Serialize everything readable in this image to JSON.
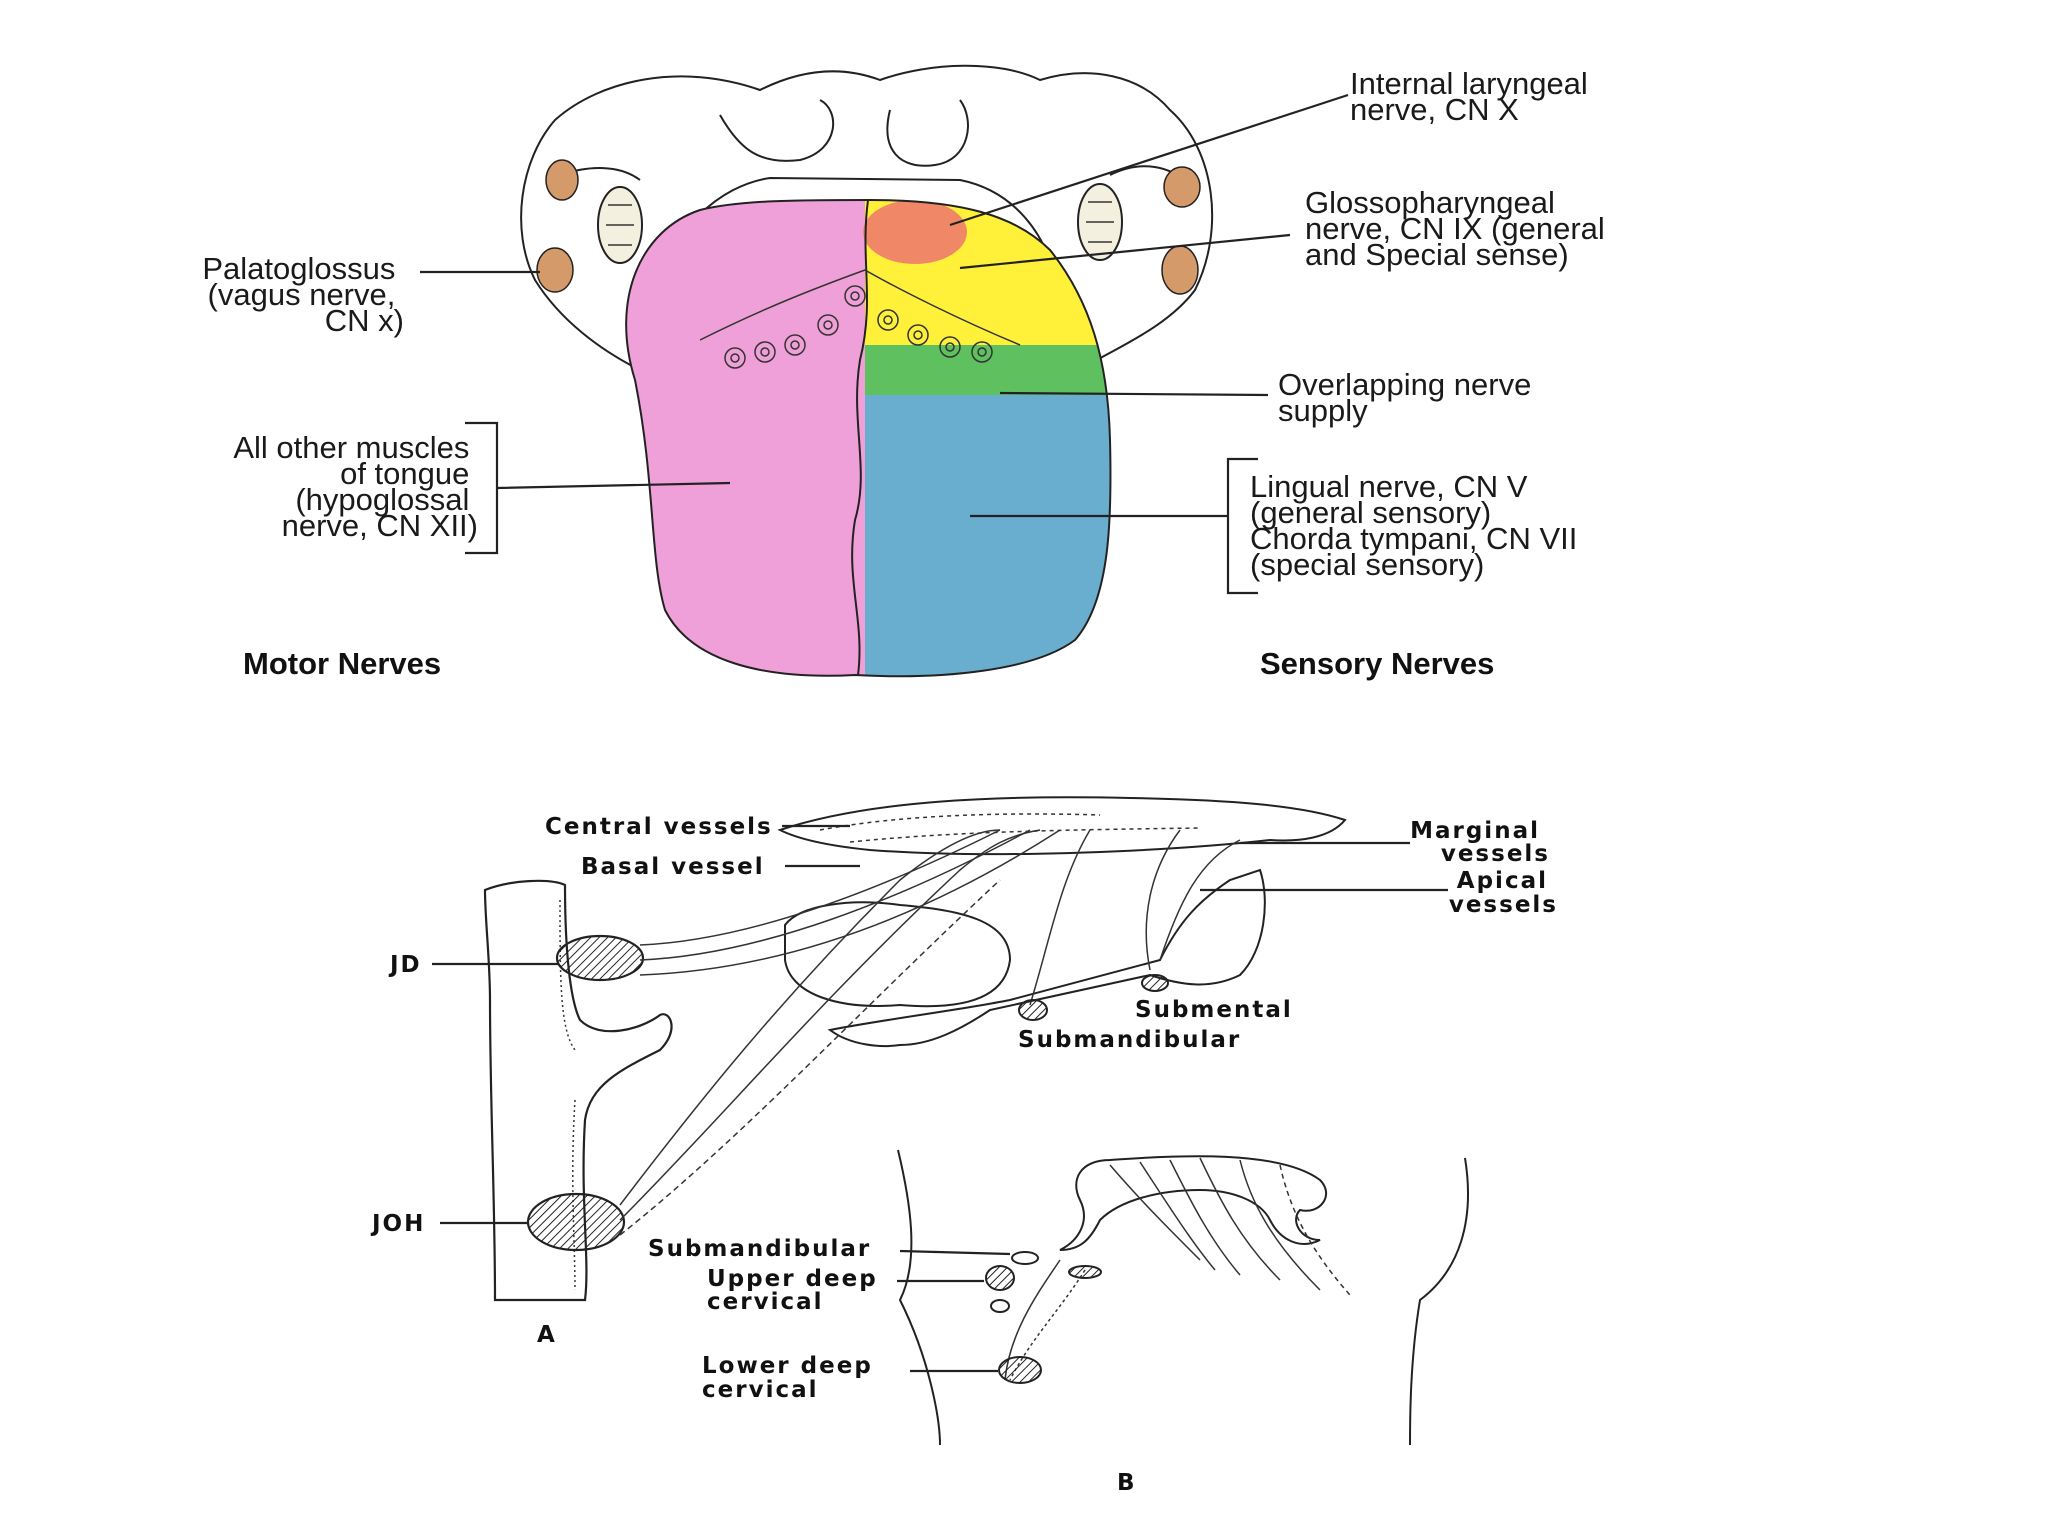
{
  "colors": {
    "motor_region": "#f0a0d8",
    "sensory_posterior": "#fff03a",
    "sensory_overlap": "#5fc060",
    "sensory_anterior": "#6aaecf",
    "internal_laryngeal": "#f08868"
  },
  "tongue": {
    "labels": {
      "internal_laryngeal": [
        "Internal laryngeal",
        "nerve, CN X"
      ],
      "glossopharyngeal": [
        "Glossopharyngeal",
        "nerve, CN IX (general",
        "and Special sense)"
      ],
      "palatoglossus": [
        "Palatoglossus",
        "(vagus nerve,",
        "CN x)"
      ],
      "overlapping": [
        "Overlapping nerve",
        "supply"
      ],
      "other_muscles": [
        "All other muscles",
        "of tongue",
        "(hypoglossal",
        "nerve, CN XII)"
      ],
      "lingual": [
        "Lingual nerve, CN V",
        "(general sensory)",
        "Chorda tympani, CN VII",
        "(special sensory)"
      ]
    },
    "headings": {
      "motor": "Motor Nerves",
      "sensory": "Sensory Nerves"
    }
  },
  "lymph": {
    "figure_a": {
      "central_vessels": "Central vessels",
      "basal_vessel": "Basal vessel",
      "marginal_vessels": [
        "Marginal",
        "vessels"
      ],
      "apical_vessels": [
        "Apical",
        "vessels"
      ],
      "jd": "JD",
      "joh": "JOH",
      "submental": "Submental",
      "submandibular": "Submandibular",
      "panel": "A"
    },
    "figure_b": {
      "submandibular": "Submandibular",
      "upper_deep": [
        "Upper deep",
        "cervical"
      ],
      "lower_deep": [
        "Lower deep",
        "cervical"
      ],
      "panel": "B"
    }
  }
}
